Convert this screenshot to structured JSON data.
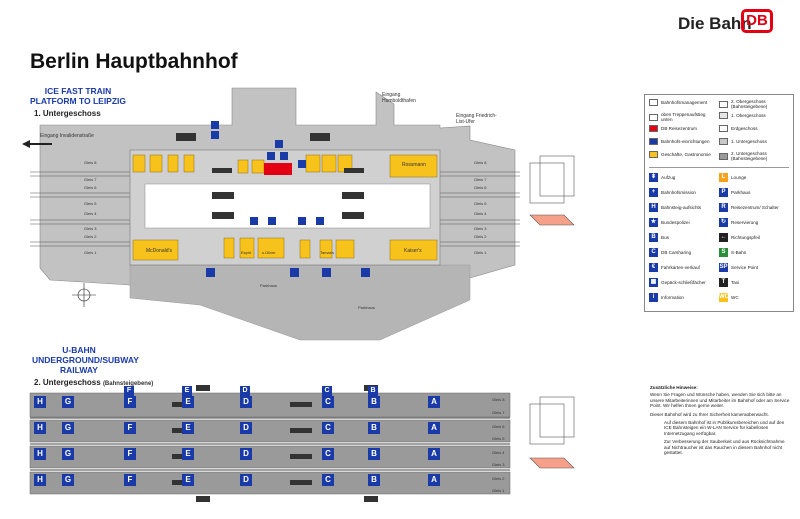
{
  "brand": {
    "name": "Die Bahn",
    "logo": "DB",
    "color": "#e30013"
  },
  "title": "Berlin Hauptbahnhof",
  "upper": {
    "heading": [
      "ICE FAST TRAIN",
      "PLATFORM TO LEIPZIG"
    ],
    "level": "1. Untergeschoss",
    "entrances": [
      "Eingang Invalidenstraße",
      "Eingang Humboldthafen",
      "Eingang Friedrich-List-Ufer"
    ],
    "shops_top": [
      "Rossmann"
    ],
    "shops_bottom": [
      "McDonald's",
      "Esprit",
      "s.Oliver",
      "Tamaris",
      "Kaiser's"
    ],
    "tracks_left": [
      "Gleis 8",
      "Gleis 7",
      "Gleis 6",
      "Gleis 5",
      "Gleis 4",
      "Gleis 3",
      "Gleis 2",
      "Gleis 1"
    ],
    "tracks_right": [
      "Gleis 8",
      "Gleis 7",
      "Gleis 6",
      "Gleis 5",
      "Gleis 4",
      "Gleis 3",
      "Gleis 2",
      "Gleis 1"
    ],
    "labels": [
      "Parkhaus",
      "Parkhaus"
    ]
  },
  "lower": {
    "heading": [
      "U-BAHN",
      "UNDERGROUND/SUBWAY",
      "RAILWAY"
    ],
    "level": "2. Untergeschoss",
    "level_sub": "(Bahnsteigebene)",
    "sections": [
      "H",
      "G",
      "F",
      "E",
      "D",
      "C",
      "B",
      "A"
    ],
    "tracks": [
      "Gleis 8",
      "Gleis 7",
      "Gleis 6",
      "Gleis 5",
      "Gleis 4",
      "Gleis 3",
      "Gleis 2",
      "Gleis 1"
    ]
  },
  "legend": {
    "swatches": [
      {
        "label": "Bahnhofsmanagement",
        "color": "#ffffff"
      },
      {
        "label": "oben Treppenaufstieg unten",
        "color": "#ffffff"
      },
      {
        "label": "DB Reisezentrum",
        "color": "#e30013"
      },
      {
        "label": "Bahnhofs-einrichtungen",
        "color": "#1a3aa8"
      },
      {
        "label": "Geschäfte, Gastronomie",
        "color": "#f7c21c"
      },
      {
        "label": "2. Obergeschoss (Bahnsteigebene)",
        "color": "#ffffff"
      },
      {
        "label": "1. Obergeschoss",
        "color": "#e6e6e6"
      },
      {
        "label": "Erdgeschoss",
        "color": "#ffffff"
      },
      {
        "label": "1. Untergeschoss",
        "color": "#c8c8c8"
      },
      {
        "label": "2. Untergeschoss (Bahnsteigebene)",
        "color": "#9a9a9a"
      }
    ],
    "icons": [
      {
        "label": "Aufzug",
        "glyph": "⬍",
        "color": "#1a3aa8"
      },
      {
        "label": "Bahnhofsmission",
        "glyph": "+",
        "color": "#1a3aa8"
      },
      {
        "label": "Bahnsteig-aufsichts",
        "glyph": "H",
        "color": "#1a3aa8"
      },
      {
        "label": "Bundespolizei",
        "glyph": "★",
        "color": "#1a3aa8"
      },
      {
        "label": "Bus",
        "glyph": "B",
        "color": "#1a3aa8"
      },
      {
        "label": "DB Carsharing",
        "glyph": "C",
        "color": "#1a3aa8"
      },
      {
        "label": "Fahrkarten-verkauf",
        "glyph": "€",
        "color": "#1a3aa8"
      },
      {
        "label": "Gepäck-schließfächer",
        "glyph": "▦",
        "color": "#1a3aa8"
      },
      {
        "label": "Information",
        "glyph": "i",
        "color": "#1a3aa8"
      },
      {
        "label": "Lounge",
        "glyph": "L",
        "color": "#f7a21c"
      },
      {
        "label": "Parkhaus",
        "glyph": "P",
        "color": "#1a3aa8"
      },
      {
        "label": "Reisezentrum/ Schalter",
        "glyph": "R",
        "color": "#1a3aa8"
      },
      {
        "label": "Reservierung",
        "glyph": "↻",
        "color": "#1a3aa8"
      },
      {
        "label": "Richtungspfeil",
        "glyph": "←",
        "color": "#222222"
      },
      {
        "label": "S-Bahn",
        "glyph": "S",
        "color": "#2a8f3a"
      },
      {
        "label": "Service Point",
        "glyph": "SP",
        "color": "#1a3aa8"
      },
      {
        "label": "Taxi",
        "glyph": "T",
        "color": "#222222"
      },
      {
        "label": "WC",
        "glyph": "WC",
        "color": "#f7c21c"
      }
    ]
  },
  "notes": {
    "heading": "Zusätzliche Hinweise:",
    "lines": [
      "Wenn Sie Fragen und Wünsche haben, wenden Sie sich bitte an unsere Mitarbeiterinnen und Mitarbeiter im Bahnhof oder am Service Point. Wir helfen Ihnen gerne weiter.",
      "Dieser Bahnhof wird zu Ihrer Sicherheit kameraüberwacht.",
      "Auf diesem Bahnhof ist in Publikumsbereichen und auf den ICE Bahnsteigen ein W-LAN Service für kabellosen Internetzugang verfügbar.",
      "Zur Verbesserung der Sauberkeit und aus Rücksichtnahme auf Nichtraucher ist das Rauchen in diesem Bahnhof nicht gestattet."
    ]
  }
}
